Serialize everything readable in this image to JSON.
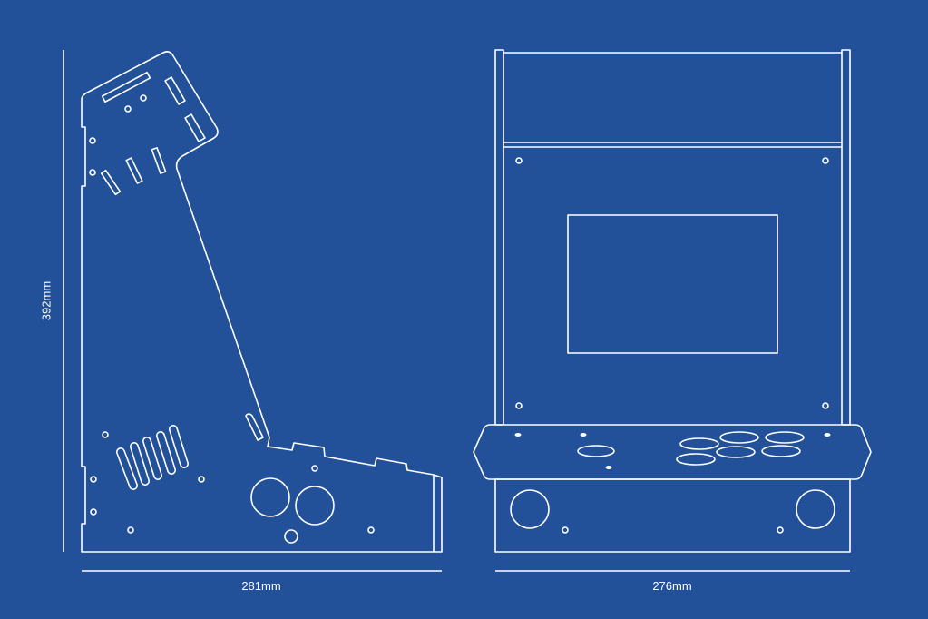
{
  "dimensions": {
    "height_label": "392mm",
    "side_width_label": "281mm",
    "front_width_label": "276mm"
  },
  "colors": {
    "background": "#22519a",
    "line": "#ffffff"
  }
}
